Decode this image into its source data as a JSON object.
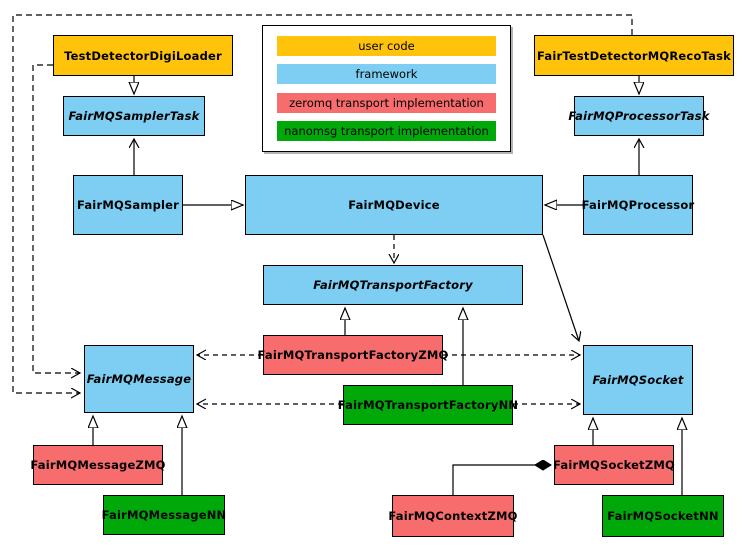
{
  "palette": {
    "user": "#FFC30B",
    "framework": "#7DCEF2",
    "zeromq": "#F76C6C",
    "nanomsg": "#00A80A",
    "border": "#000000",
    "background": "#FFFFFF"
  },
  "legend": {
    "items": [
      {
        "label": "user code",
        "category": "user"
      },
      {
        "label": "framework",
        "category": "framework"
      },
      {
        "label": "zeromq transport implementation",
        "category": "zeromq"
      },
      {
        "label": "nanomsg transport implementation",
        "category": "nanomsg"
      }
    ]
  },
  "nodes": [
    {
      "label": "TestDetectorDigiLoader",
      "category": "user",
      "abstract": false
    },
    {
      "label": "FairTestDetectorMQRecoTask",
      "category": "user",
      "abstract": false
    },
    {
      "label": "FairMQSamplerTask",
      "category": "framework",
      "abstract": true
    },
    {
      "label": "FairMQProcessorTask",
      "category": "framework",
      "abstract": true
    },
    {
      "label": "FairMQSampler",
      "category": "framework",
      "abstract": false
    },
    {
      "label": "FairMQDevice",
      "category": "framework",
      "abstract": false
    },
    {
      "label": "FairMQProcessor",
      "category": "framework",
      "abstract": false
    },
    {
      "label": "FairMQTransportFactory",
      "category": "framework",
      "abstract": true
    },
    {
      "label": "FairMQTransportFactoryZMQ",
      "category": "zeromq",
      "abstract": false
    },
    {
      "label": "FairMQTransportFactoryNN",
      "category": "nanomsg",
      "abstract": false
    },
    {
      "label": "FairMQMessage",
      "category": "framework",
      "abstract": true
    },
    {
      "label": "FairMQSocket",
      "category": "framework",
      "abstract": true
    },
    {
      "label": "FairMQMessageZMQ",
      "category": "zeromq",
      "abstract": false
    },
    {
      "label": "FairMQMessageNN",
      "category": "nanomsg",
      "abstract": false
    },
    {
      "label": "FairMQSocketZMQ",
      "category": "zeromq",
      "abstract": false
    },
    {
      "label": "FairMQContextZMQ",
      "category": "zeromq",
      "abstract": false
    },
    {
      "label": "FairMQSocketNN",
      "category": "nanomsg",
      "abstract": false
    }
  ],
  "edges": [
    {
      "from": "TestDetectorDigiLoader",
      "to": "FairMQSamplerTask",
      "type": "inheritance"
    },
    {
      "from": "FairMQSampler",
      "to": "FairMQSamplerTask",
      "type": "association"
    },
    {
      "from": "FairMQSampler",
      "to": "FairMQDevice",
      "type": "inheritance"
    },
    {
      "from": "FairTestDetectorMQRecoTask",
      "to": "FairMQProcessorTask",
      "type": "inheritance"
    },
    {
      "from": "FairMQProcessor",
      "to": "FairMQProcessorTask",
      "type": "association"
    },
    {
      "from": "FairMQProcessor",
      "to": "FairMQDevice",
      "type": "inheritance"
    },
    {
      "from": "FairMQDevice",
      "to": "FairMQTransportFactory",
      "type": "dependency"
    },
    {
      "from": "FairMQDevice",
      "to": "FairMQSocket",
      "type": "association"
    },
    {
      "from": "FairMQTransportFactoryZMQ",
      "to": "FairMQTransportFactory",
      "type": "inheritance"
    },
    {
      "from": "FairMQTransportFactoryNN",
      "to": "FairMQTransportFactory",
      "type": "inheritance"
    },
    {
      "from": "FairMQTransportFactoryZMQ",
      "to": "FairMQMessage",
      "type": "dependency"
    },
    {
      "from": "FairMQTransportFactoryZMQ",
      "to": "FairMQSocket",
      "type": "dependency"
    },
    {
      "from": "FairMQTransportFactoryNN",
      "to": "FairMQMessage",
      "type": "dependency"
    },
    {
      "from": "FairMQTransportFactoryNN",
      "to": "FairMQSocket",
      "type": "dependency"
    },
    {
      "from": "FairMQMessageZMQ",
      "to": "FairMQMessage",
      "type": "inheritance"
    },
    {
      "from": "FairMQMessageNN",
      "to": "FairMQMessage",
      "type": "inheritance"
    },
    {
      "from": "FairMQSocketZMQ",
      "to": "FairMQSocket",
      "type": "inheritance"
    },
    {
      "from": "FairMQSocketNN",
      "to": "FairMQSocket",
      "type": "inheritance"
    },
    {
      "from": "FairMQContextZMQ",
      "to": "FairMQSocketZMQ",
      "type": "composition"
    },
    {
      "from": "TestDetectorDigiLoader",
      "to": "FairMQMessage",
      "type": "dependency"
    },
    {
      "from": "FairTestDetectorMQRecoTask",
      "to": "FairMQMessage",
      "type": "dependency"
    }
  ]
}
